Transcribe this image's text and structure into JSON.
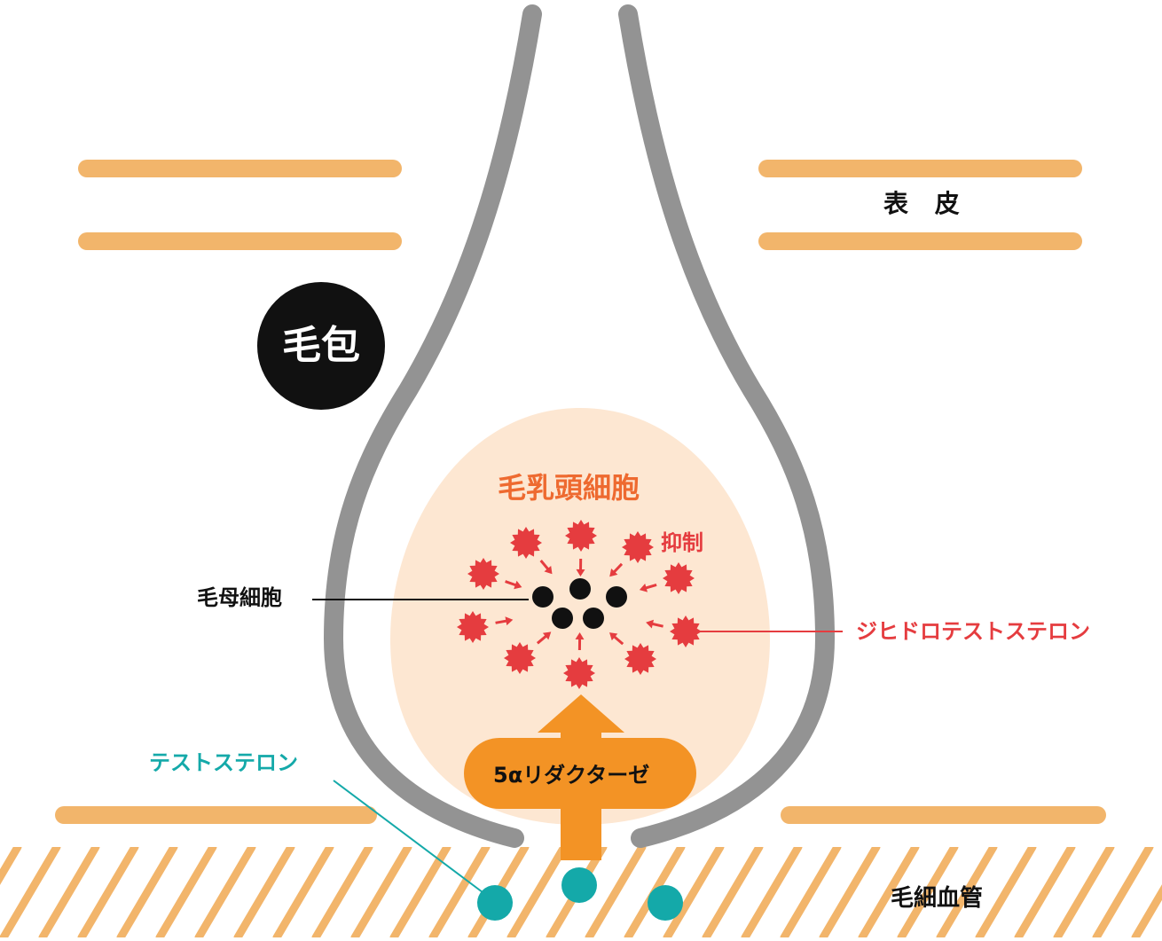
{
  "labels": {
    "epidermis": "表 皮",
    "follicle": "毛包",
    "dermal_papilla": "毛乳頭細胞",
    "suppression": "抑制",
    "hair_matrix": "毛母細胞",
    "dht": "ジヒドロテストステロン",
    "testosterone": "テストステロン",
    "reductase": "5αリダクターゼ",
    "capillary": "毛細血管"
  },
  "colors": {
    "skin_layer": "#f2b56b",
    "follicle_wall": "#939393",
    "papilla_fill": "#fde7d2",
    "dht": "#e53c3f",
    "testosterone": "#14a9a9",
    "arrow": "#f39325",
    "matrix_cell": "#111111"
  }
}
